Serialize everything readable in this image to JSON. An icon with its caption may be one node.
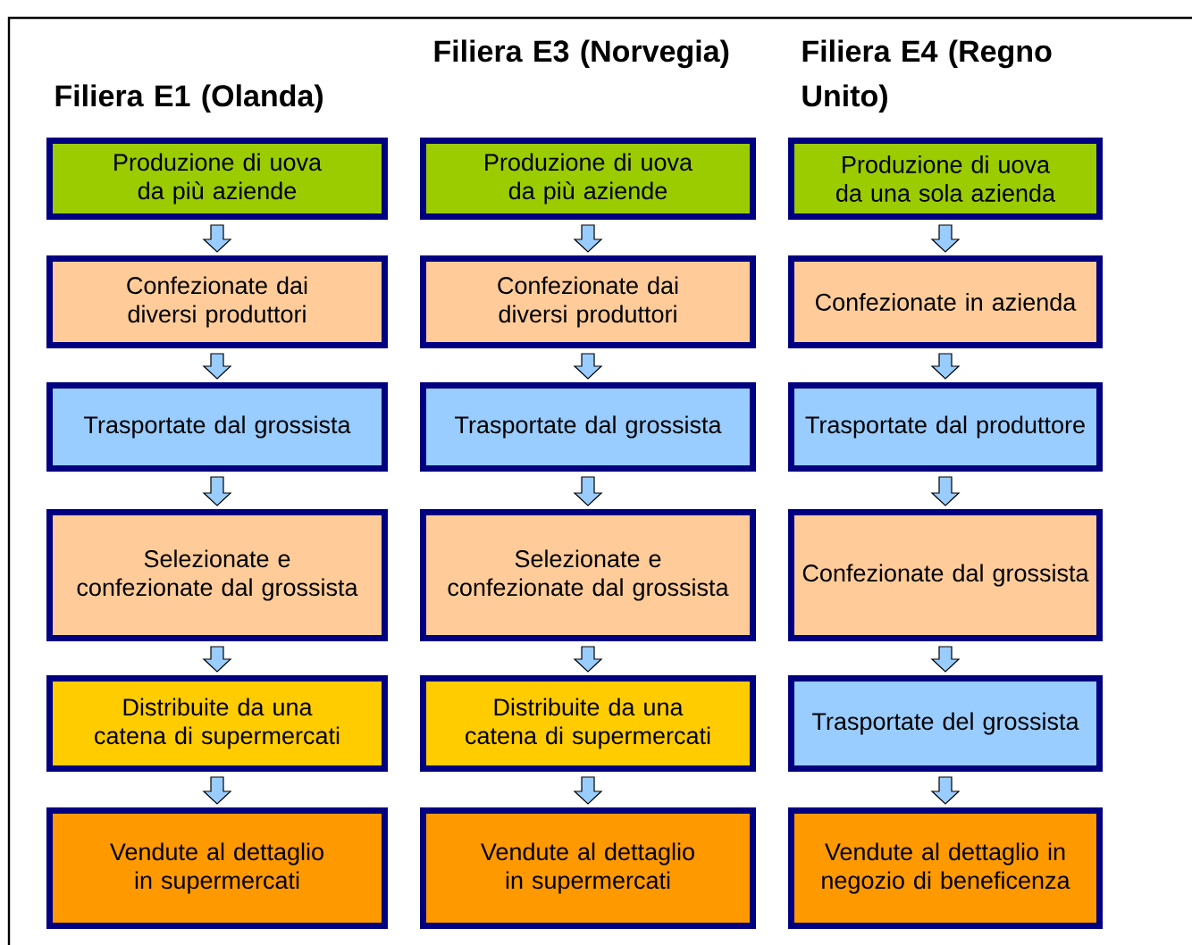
{
  "diagram": {
    "nodes": [
      {
        "text": [
          "Produzione di uova da più aziende"
        ]
      },
      {
        "text": [
          "Confezionate dai diversi produttori"
        ]
      },
      {
        "text": [
          "Trasportate dal grossista"
        ]
      },
      {
        "text": [
          "Selezionate e confezionate dal grossista"
        ]
      },
      {
        "text": [
          "Distribuite da una catena di supermercati"
        ]
      },
      {
        "text": [
          "Vendute al dettaglio in supermercati"
        ]
      },
      {
        "text": [
          "Produzione di uova da più aziende"
        ]
      },
      {
        "text": [
          "Confezionate dai diversi produttori"
        ]
      },
      {
        "text": [
          "Trasportate dal grossista"
        ]
      },
      {
        "text": [
          "Selezionate e confezionate dal grossista"
        ]
      },
      {
        "text": [
          "Distribuite da una catena di supermercati"
        ]
      },
      {
        "text": [
          "Vendute al dettaglio in supermercati"
        ]
      },
      {
        "text": [
          "Produzione di uova da una sola azienda"
        ]
      },
      {
        "text": [
          "Confezionate in azienda"
        ]
      },
      {
        "text": [
          "Trasportate dal produttore"
        ]
      },
      {
        "text": [
          "Confezionate dal grossista"
        ]
      },
      {
        "text": [
          "Trasportate del grossista"
        ]
      },
      {
        "text": [
          "Vendute al dettaglio in negozio di beneficenza"
        ]
      }
    ],
    "edges": [
      {
        "from": 0,
        "to": 1,
        "arrow": "to"
      },
      {
        "from": 1,
        "to": 2,
        "arrow": "to"
      },
      {
        "from": 2,
        "to": 3,
        "arrow": "to"
      },
      {
        "from": 3,
        "to": 4,
        "arrow": "to"
      },
      {
        "from": 4,
        "to": 5,
        "arrow": "to"
      },
      {
        "from": 6,
        "to": 7,
        "arrow": "to"
      },
      {
        "from": 7,
        "to": 8,
        "arrow": "to"
      },
      {
        "from": 8,
        "to": 9,
        "arrow": "to"
      },
      {
        "from": 9,
        "to": 10,
        "arrow": "to"
      },
      {
        "from": 10,
        "to": 11,
        "arrow": "to"
      },
      {
        "from": 12,
        "to": 13,
        "arrow": "to"
      },
      {
        "from": 13,
        "to": 14,
        "arrow": "to"
      },
      {
        "from": 14,
        "to": 15,
        "arrow": "to"
      },
      {
        "from": 15,
        "to": 16,
        "arrow": "to"
      },
      {
        "from": 16,
        "to": 17,
        "arrow": "to"
      }
    ],
    "labels": [
      "Filiera E3 (Norvegia)",
      "Filiera E4 (Regno Unito)",
      "Filiera E1 (Olanda)"
    ]
  }
}
